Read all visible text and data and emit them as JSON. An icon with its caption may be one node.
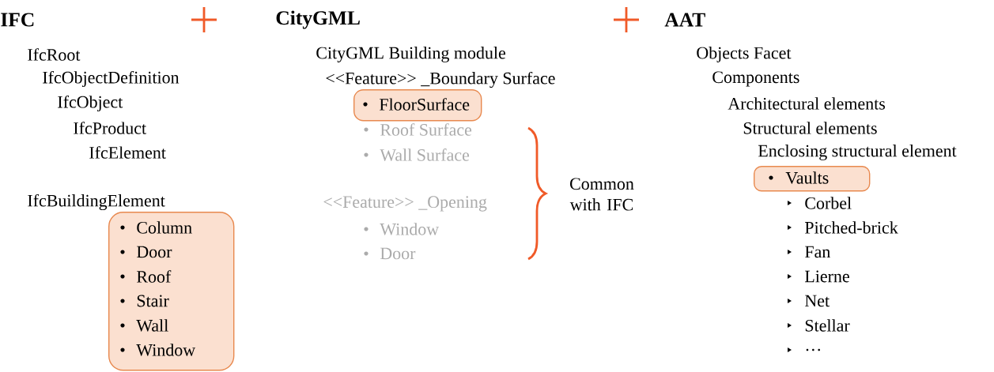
{
  "diagram": {
    "nodes": [
      {
        "text": [
          "Column",
          "Door",
          "Roof",
          "Stair",
          "Wall",
          "Window"
        ]
      },
      {
        "text": [
          "FloorSurface"
        ]
      },
      {
        "text": [
          "Vaults"
        ]
      }
    ],
    "labels": [
      "IFC",
      "CityGML",
      "AAT",
      "IfcRoot",
      "IfcObjectDefinition",
      "IfcObject",
      "IfcProduct",
      "IfcElement",
      "IfcBuildingElement",
      "CityGML Building module",
      "<<Feature>> _Boundary Surface",
      "Roof Surface",
      "Wall Surface",
      "<<Feature>> _Opening",
      "Window",
      "Door",
      "Common with IFC",
      "Objects Facet",
      "Components",
      "Architectural elements",
      "Structural elements",
      "Enclosing structural element",
      "Corbel",
      "Pitched-brick",
      "Fan",
      "Lierne",
      "Net",
      "Stellar",
      "…"
    ]
  }
}
